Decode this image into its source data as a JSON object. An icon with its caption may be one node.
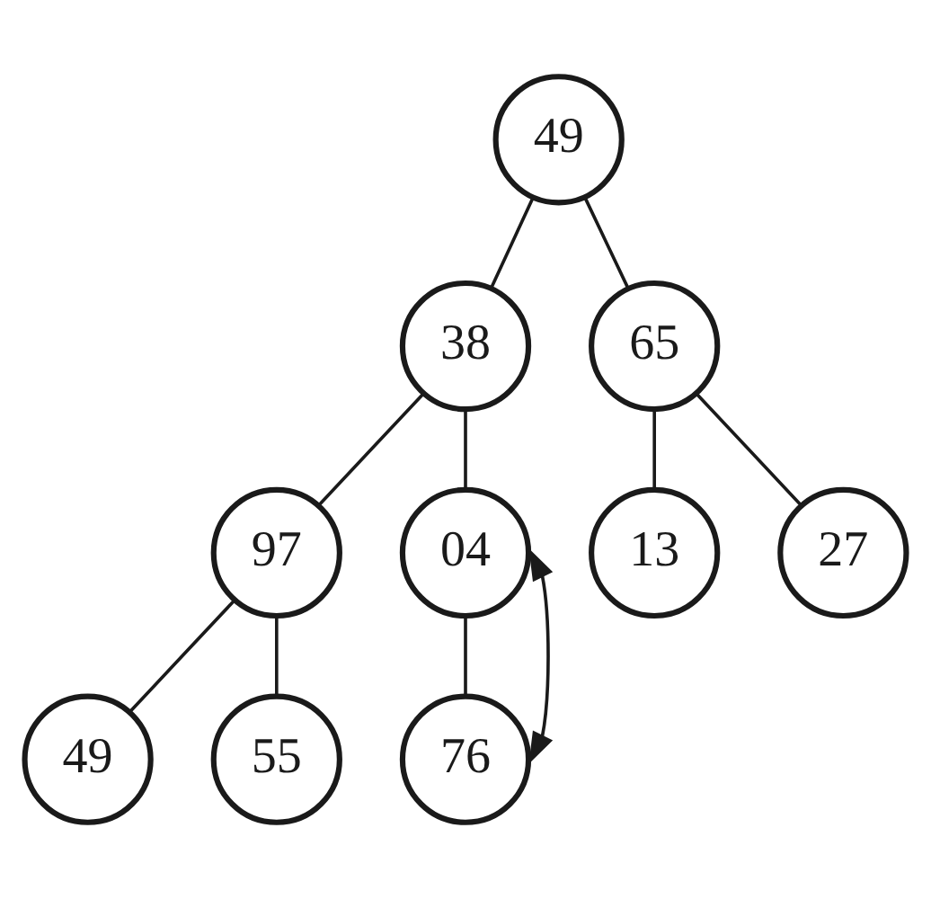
{
  "diagram": {
    "nodes": [
      {
        "text": [
          "49"
        ]
      },
      {
        "text": [
          "38"
        ]
      },
      {
        "text": [
          "65"
        ]
      },
      {
        "text": [
          "97"
        ]
      },
      {
        "text": [
          "04"
        ]
      },
      {
        "text": [
          "13"
        ]
      },
      {
        "text": [
          "27"
        ]
      },
      {
        "text": [
          "49"
        ]
      },
      {
        "text": [
          "55"
        ]
      },
      {
        "text": [
          "76"
        ]
      }
    ],
    "edges": [
      {
        "from": 0,
        "to": 1,
        "arrow": "none"
      },
      {
        "from": 0,
        "to": 2,
        "arrow": "none"
      },
      {
        "from": 1,
        "to": 3,
        "arrow": "none"
      },
      {
        "from": 1,
        "to": 4,
        "arrow": "none"
      },
      {
        "from": 2,
        "to": 5,
        "arrow": "none"
      },
      {
        "from": 2,
        "to": 6,
        "arrow": "none"
      },
      {
        "from": 3,
        "to": 7,
        "arrow": "none"
      },
      {
        "from": 3,
        "to": 8,
        "arrow": "none"
      },
      {
        "from": 4,
        "to": 9,
        "arrow": "none"
      },
      {
        "from": 4,
        "to": 9,
        "arrow": "both"
      }
    ]
  }
}
